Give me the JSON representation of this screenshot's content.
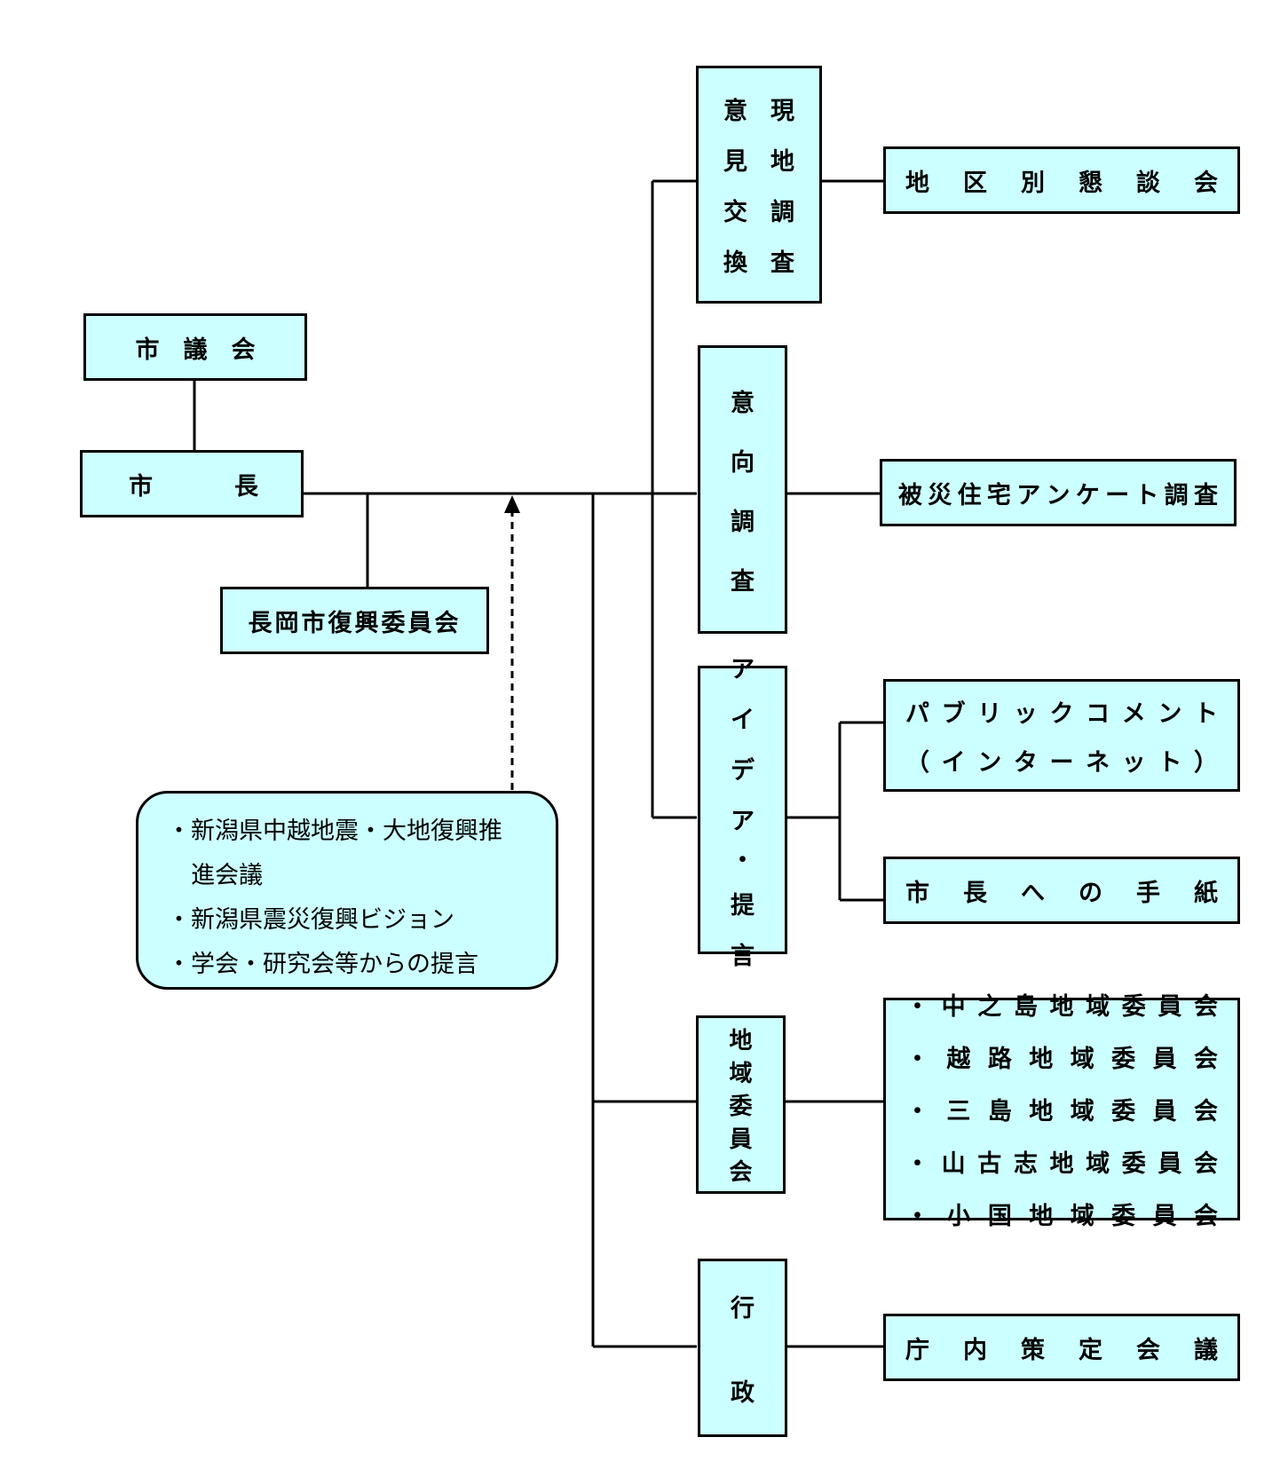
{
  "council": "市　議　会",
  "mayor": [
    "市",
    "長"
  ],
  "committee": "長岡市復興委員会",
  "proposals": [
    "・新潟県中越地震・大地復興推",
    "　進会議",
    "・新潟県震災復興ビジョン",
    "・学会・研究会等からの提言"
  ],
  "methods": {
    "field_survey": {
      "col_left": [
        "意",
        "見",
        "交",
        "換"
      ],
      "col_right": [
        "現",
        "地",
        "調",
        "査"
      ]
    },
    "intention_survey": [
      "意",
      "向",
      "調",
      "査"
    ],
    "ideas": [
      "ア",
      "イ",
      "デ",
      "ア",
      "・",
      "提",
      "言"
    ],
    "regional_committee": [
      "地",
      "域",
      "委",
      "員",
      "会"
    ],
    "administration": [
      "行",
      "政"
    ]
  },
  "outputs": {
    "district_meeting": [
      "地",
      "区",
      "別",
      "懇",
      "談",
      "会"
    ],
    "housing_survey": [
      "被",
      "災",
      "住",
      "宅",
      "ア",
      "ン",
      "ケ",
      "ー",
      "ト",
      "調",
      "査"
    ],
    "public_comment": {
      "line1": [
        "パ",
        "ブ",
        "リ",
        "ッ",
        "ク",
        "コ",
        "メ",
        "ン",
        "ト"
      ],
      "line2": [
        "（",
        "イ",
        "ン",
        "タ",
        "ー",
        "ネ",
        "ッ",
        "ト",
        "）"
      ]
    },
    "letters": [
      "市",
      "長",
      "へ",
      "の",
      "手",
      "紙"
    ],
    "regional_list": [
      [
        "・",
        "中",
        "之",
        "島",
        "地",
        "域",
        "委",
        "員",
        "会"
      ],
      [
        "・",
        "越",
        "路",
        "地",
        "域",
        "委",
        "員",
        "会"
      ],
      [
        "・",
        "三",
        "島",
        "地",
        "域",
        "委",
        "員",
        "会"
      ],
      [
        "・",
        "山",
        "古",
        "志",
        "地",
        "域",
        "委",
        "員",
        "会"
      ],
      [
        "・",
        "小",
        "国",
        "地",
        "域",
        "委",
        "員",
        "会"
      ]
    ],
    "internal_meeting": [
      "庁",
      "内",
      "策",
      "定",
      "会",
      "議"
    ]
  },
  "colors": {
    "box_fill": "#ccffff",
    "line": "#000000"
  }
}
